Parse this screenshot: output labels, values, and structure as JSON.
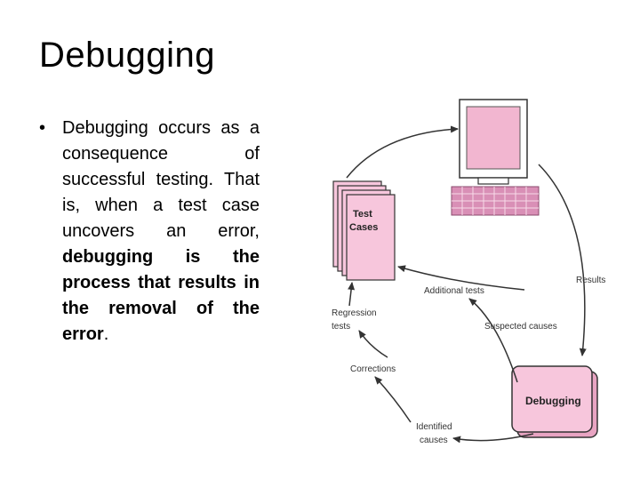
{
  "slide": {
    "title": "Debugging",
    "bullet": {
      "part1": "Debugging occurs as a consequence of successful testing. That is, when a test case uncovers an error, ",
      "part2_bold": "debugging is the process that results in the removal of the error",
      "part3": "."
    }
  },
  "diagram": {
    "test_cases_label_line1": "Test",
    "test_cases_label_line2": "Cases",
    "debugging_box_label": "Debugging",
    "results_label": "Results",
    "additional_tests_label": "Additional tests",
    "suspected_causes_label": "Suspected causes",
    "regression_tests_line1": "Regression",
    "regression_tests_line2": "tests",
    "corrections_label": "Corrections",
    "identified_causes_line1": "Identified",
    "identified_causes_line2": "causes"
  },
  "colors": {
    "pink": "#f7c6dc",
    "pink_dark": "#e8a4c2",
    "monitor_screen": "#f2b6d0",
    "keyboard": "#d98fb6",
    "arrow": "#333333"
  }
}
